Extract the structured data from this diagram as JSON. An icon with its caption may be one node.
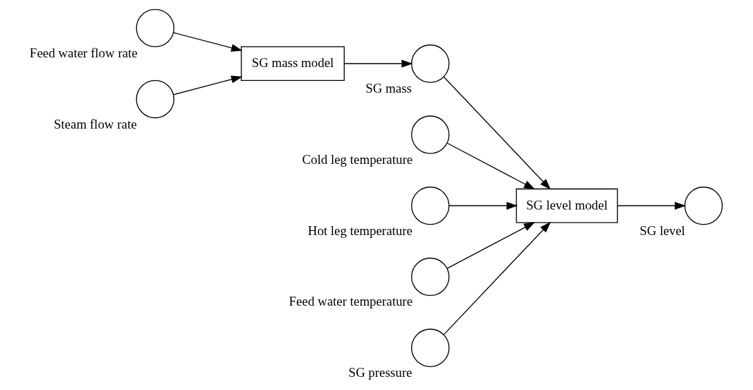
{
  "diagram": {
    "nodes": [
      {
        "text": [],
        "shape": "circle",
        "beside": [
          "Feed water flow rate"
        ]
      },
      {
        "text": [],
        "shape": "circle",
        "beside": [
          "Steam flow rate"
        ]
      },
      {
        "text": [
          "SG mass model"
        ]
      },
      {
        "text": [],
        "shape": "circle",
        "beside": [
          "SG mass"
        ]
      },
      {
        "text": [
          "SG level model"
        ]
      },
      {
        "text": [],
        "shape": "circle",
        "beside": [
          "Cold leg temperature"
        ]
      },
      {
        "text": [],
        "shape": "circle",
        "beside": [
          "Hot leg temperature"
        ]
      },
      {
        "text": [],
        "shape": "circle",
        "beside": [
          "Feed water temperature"
        ]
      },
      {
        "text": [],
        "shape": "circle",
        "beside": [
          "SG pressure"
        ]
      },
      {
        "text": [],
        "shape": "circle",
        "beside": [
          "SG level"
        ]
      }
    ],
    "edges": [
      {
        "from": 0,
        "to": 2,
        "arrow": "to"
      },
      {
        "from": 1,
        "to": 2,
        "arrow": "to"
      },
      {
        "from": 2,
        "to": 3,
        "arrow": "to"
      },
      {
        "from": 3,
        "to": 4,
        "arrow": "to"
      },
      {
        "from": 5,
        "to": 4,
        "arrow": "to"
      },
      {
        "from": 6,
        "to": 4,
        "arrow": "to"
      },
      {
        "from": 7,
        "to": 4,
        "arrow": "to"
      },
      {
        "from": 8,
        "to": 4,
        "arrow": "to"
      },
      {
        "from": 4,
        "to": 9,
        "arrow": "to"
      }
    ]
  }
}
